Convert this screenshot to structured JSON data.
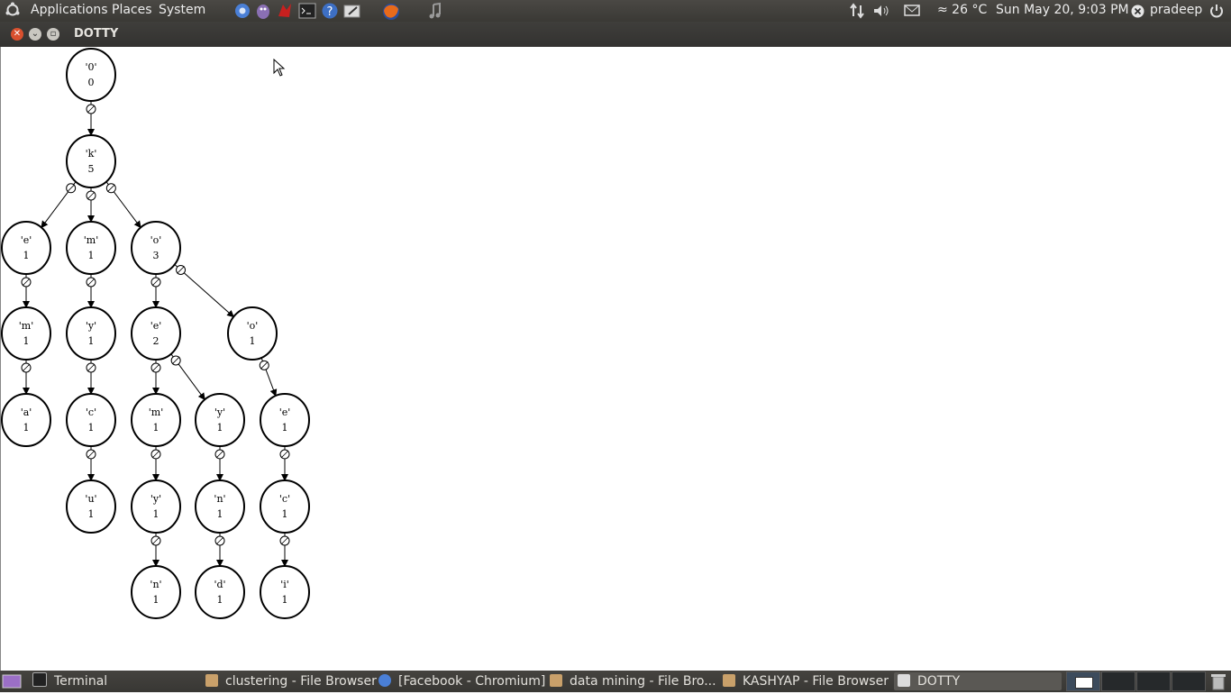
{
  "top_panel": {
    "menus": [
      "Applications",
      "Places",
      "System"
    ],
    "launchers": [
      "chromium-icon",
      "pidgin-icon",
      "kashyap-app-icon",
      "terminal-icon",
      "help-icon",
      "screenshot-icon",
      "firefox-icon",
      "music-icon"
    ],
    "weather": "≈ 26 °C",
    "clock": "Sun May 20,  9:03 PM",
    "user": "pradeep"
  },
  "window": {
    "title": "DOTTY"
  },
  "graph": {
    "nodes": [
      {
        "id": "n0",
        "label": "'0'",
        "count": "0"
      },
      {
        "id": "k",
        "label": "'k'",
        "count": "5"
      },
      {
        "id": "e1",
        "label": "'e'",
        "count": "1"
      },
      {
        "id": "m1",
        "label": "'m'",
        "count": "1"
      },
      {
        "id": "o3",
        "label": "'o'",
        "count": "3"
      },
      {
        "id": "m2",
        "label": "'m'",
        "count": "1"
      },
      {
        "id": "y1",
        "label": "'y'",
        "count": "1"
      },
      {
        "id": "e2",
        "label": "'e'",
        "count": "2"
      },
      {
        "id": "o1",
        "label": "'o'",
        "count": "1"
      },
      {
        "id": "a1",
        "label": "'a'",
        "count": "1"
      },
      {
        "id": "c1",
        "label": "'c'",
        "count": "1"
      },
      {
        "id": "m3",
        "label": "'m'",
        "count": "1"
      },
      {
        "id": "y2",
        "label": "'y'",
        "count": "1"
      },
      {
        "id": "e3",
        "label": "'e'",
        "count": "1"
      },
      {
        "id": "u1",
        "label": "'u'",
        "count": "1"
      },
      {
        "id": "y3",
        "label": "'y'",
        "count": "1"
      },
      {
        "id": "n1",
        "label": "'n'",
        "count": "1"
      },
      {
        "id": "c2",
        "label": "'c'",
        "count": "1"
      },
      {
        "id": "n2",
        "label": "'n'",
        "count": "1"
      },
      {
        "id": "d1",
        "label": "'d'",
        "count": "1"
      },
      {
        "id": "i1",
        "label": "'i'",
        "count": "1"
      }
    ],
    "edges": [
      [
        "n0",
        "k"
      ],
      [
        "k",
        "e1"
      ],
      [
        "k",
        "m1"
      ],
      [
        "k",
        "o3"
      ],
      [
        "e1",
        "m2"
      ],
      [
        "m1",
        "y1"
      ],
      [
        "o3",
        "e2"
      ],
      [
        "o3",
        "o1"
      ],
      [
        "m2",
        "a1"
      ],
      [
        "y1",
        "c1"
      ],
      [
        "e2",
        "m3"
      ],
      [
        "e2",
        "y2"
      ],
      [
        "o1",
        "e3"
      ],
      [
        "c1",
        "u1"
      ],
      [
        "m3",
        "y3"
      ],
      [
        "y2",
        "n1"
      ],
      [
        "e3",
        "c2"
      ],
      [
        "y3",
        "n2"
      ],
      [
        "n1",
        "d1"
      ],
      [
        "c2",
        "i1"
      ]
    ]
  },
  "bottom_panel": {
    "tasks": [
      {
        "label": "Terminal",
        "icon": "terminal-icon",
        "active": false
      },
      {
        "label": "clustering - File Browser",
        "icon": "folder-icon",
        "active": false
      },
      {
        "label": "[Facebook - Chromium]",
        "icon": "chromium-icon",
        "active": false
      },
      {
        "label": "data mining - File Bro...",
        "icon": "folder-icon",
        "active": false
      },
      {
        "label": "KASHYAP - File Browser",
        "icon": "folder-icon",
        "active": false
      },
      {
        "label": "DOTTY",
        "icon": "window-icon",
        "active": true
      }
    ],
    "workspaces": 4
  }
}
